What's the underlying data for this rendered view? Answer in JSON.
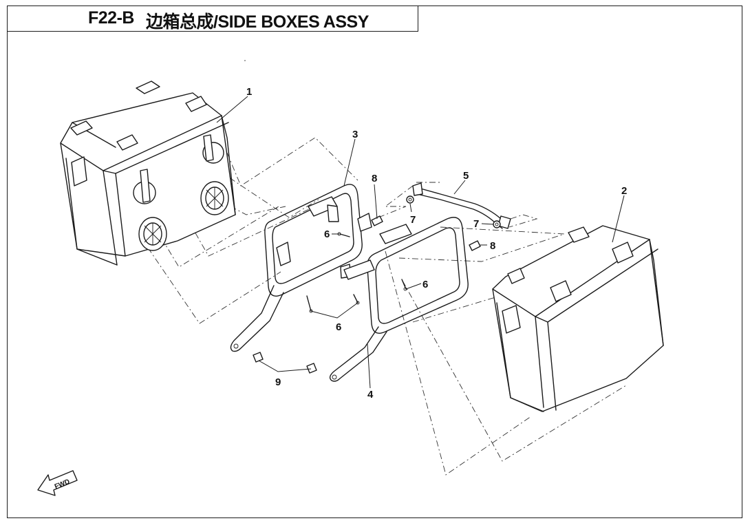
{
  "title": {
    "code": "F22-B",
    "text": "边箱总成/SIDE BOXES ASSY"
  },
  "fwd_label": "FWD",
  "callouts": [
    {
      "id": "c1",
      "label": "1"
    },
    {
      "id": "c2",
      "label": "2"
    },
    {
      "id": "c3",
      "label": "3"
    },
    {
      "id": "c4",
      "label": "4"
    },
    {
      "id": "c5",
      "label": "5"
    },
    {
      "id": "c6a",
      "label": "6"
    },
    {
      "id": "c6b",
      "label": "6"
    },
    {
      "id": "c6c",
      "label": "6"
    },
    {
      "id": "c7a",
      "label": "7"
    },
    {
      "id": "c7b",
      "label": "7"
    },
    {
      "id": "c8a",
      "label": "8"
    },
    {
      "id": "c8b",
      "label": "8"
    },
    {
      "id": "c9",
      "label": "9"
    }
  ]
}
